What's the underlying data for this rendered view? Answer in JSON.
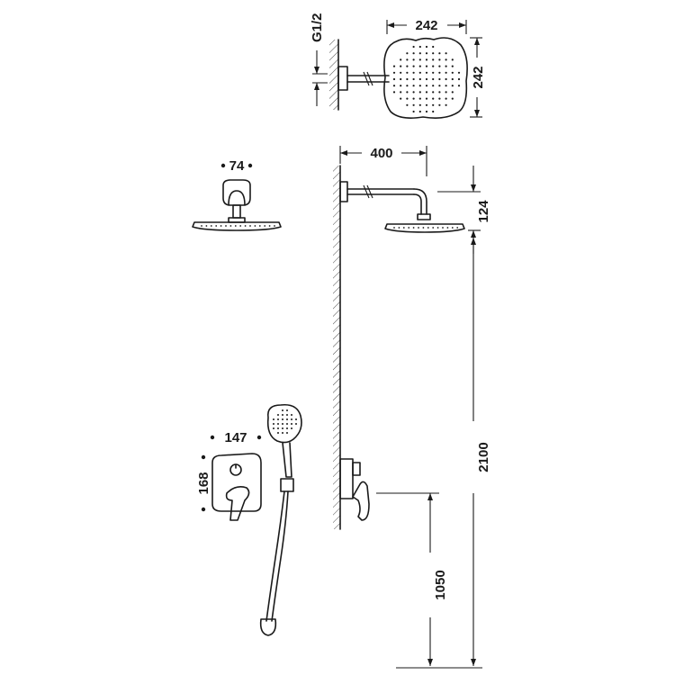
{
  "dimensions": {
    "thread": "G1/2",
    "head_width": "242",
    "head_height": "242",
    "arm_width": "74",
    "arm_length": "400",
    "arm_drop": "124",
    "total_height": "2100",
    "plate_width": "147",
    "plate_height": "168",
    "mixer_height": "1050"
  }
}
